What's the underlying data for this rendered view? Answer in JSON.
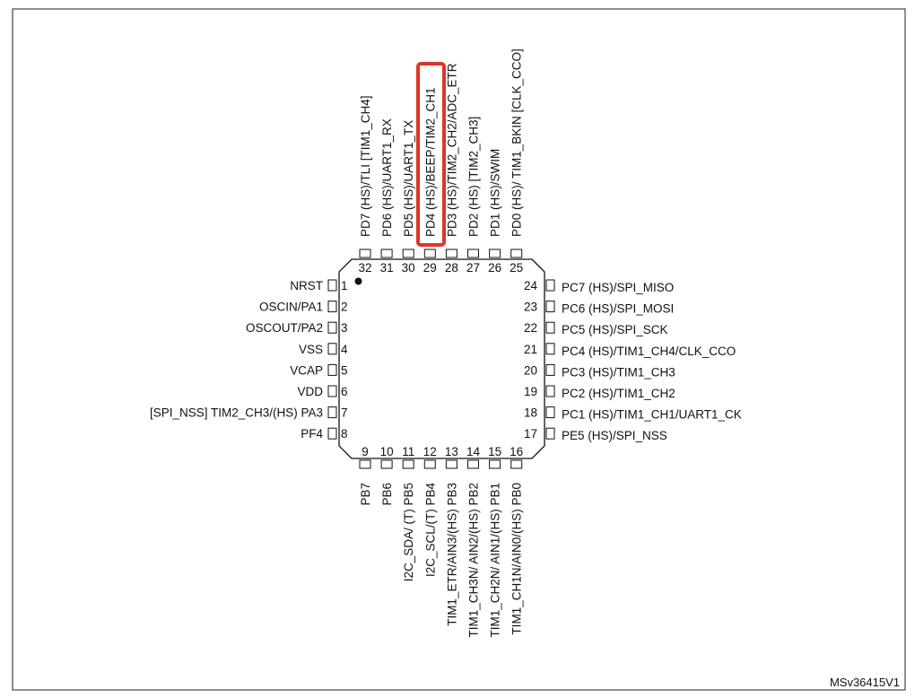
{
  "diagram": {
    "ref_code": "MSv36415V1",
    "highlight_color": "#e0342a",
    "highlighted_pin": "29",
    "left_pins": [
      {
        "num": "1",
        "label": "NRST"
      },
      {
        "num": "2",
        "label": "OSCIN/PA1"
      },
      {
        "num": "3",
        "label": "OSCOUT/PA2"
      },
      {
        "num": "4",
        "label": "VSS"
      },
      {
        "num": "5",
        "label": "VCAP"
      },
      {
        "num": "6",
        "label": "VDD"
      },
      {
        "num": "7",
        "label": "[SPI_NSS] TIM2_CH3/(HS) PA3"
      },
      {
        "num": "8",
        "label": "PF4"
      }
    ],
    "bottom_pins": [
      {
        "num": "9",
        "label": "PB7"
      },
      {
        "num": "10",
        "label": "PB6"
      },
      {
        "num": "11",
        "label": "I2C_SDA/ (T) PB5"
      },
      {
        "num": "12",
        "label": "I2C_SCL/(T) PB4"
      },
      {
        "num": "13",
        "label": "TIM1_ETR/AIN3/(HS) PB3"
      },
      {
        "num": "14",
        "label": "TIM1_CH3N/ AIN2/(HS) PB2"
      },
      {
        "num": "15",
        "label": "TIM1_CH2N/ AIN1/(HS) PB1"
      },
      {
        "num": "16",
        "label": "TIM1_CH1N/AIN0/(HS) PB0"
      }
    ],
    "right_pins": [
      {
        "num": "24",
        "label": "PC7 (HS)/SPI_MISO"
      },
      {
        "num": "23",
        "label": "PC6 (HS)/SPI_MOSI"
      },
      {
        "num": "22",
        "label": "PC5 (HS)/SPI_SCK"
      },
      {
        "num": "21",
        "label": "PC4 (HS)/TIM1_CH4/CLK_CCO"
      },
      {
        "num": "20",
        "label": "PC3 (HS)/TIM1_CH3"
      },
      {
        "num": "19",
        "label": "PC2 (HS)/TIM1_CH2"
      },
      {
        "num": "18",
        "label": "PC1 (HS)/TIM1_CH1/UART1_CK"
      },
      {
        "num": "17",
        "label": "PE5 (HS)/SPI_NSS"
      }
    ],
    "top_pins": [
      {
        "num": "32",
        "label": "PD7 (HS)/TLI [TIM1_CH4]"
      },
      {
        "num": "31",
        "label": "PD6 (HS)/UART1_RX"
      },
      {
        "num": "30",
        "label": "PD5 (HS)/UART1_TX"
      },
      {
        "num": "29",
        "label": "PD4 (HS)/BEEP/TIM2_CH1"
      },
      {
        "num": "28",
        "label": "PD3 (HS)/TIM2_CH2/ADC_ETR"
      },
      {
        "num": "27",
        "label": "PD2 (HS) [TIM2_CH3]"
      },
      {
        "num": "26",
        "label": "PD1 (HS)/SWIM"
      },
      {
        "num": "25",
        "label": "PD0 (HS)/ TIM1_BKIN [CLK_CCO]"
      }
    ]
  }
}
